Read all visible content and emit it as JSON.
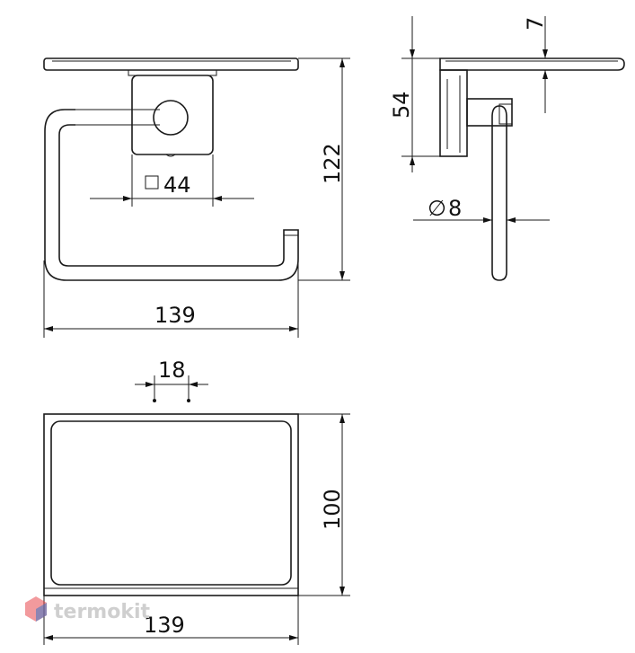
{
  "dimensions": {
    "front_width": "139",
    "front_height": "122",
    "square_size": "44",
    "side_plate_height": "54",
    "side_shelf_thickness": "7",
    "rod_diameter": "8",
    "top_gap": "18",
    "top_depth": "100",
    "top_width": "139"
  },
  "symbols": {
    "diameter": "∅"
  },
  "watermark": {
    "brand": "termokit"
  },
  "colors": {
    "line": "#1a1a1a",
    "watermark": "#cfcfcf",
    "logo_red": "#e8474c",
    "logo_blue": "#3b74c4"
  }
}
